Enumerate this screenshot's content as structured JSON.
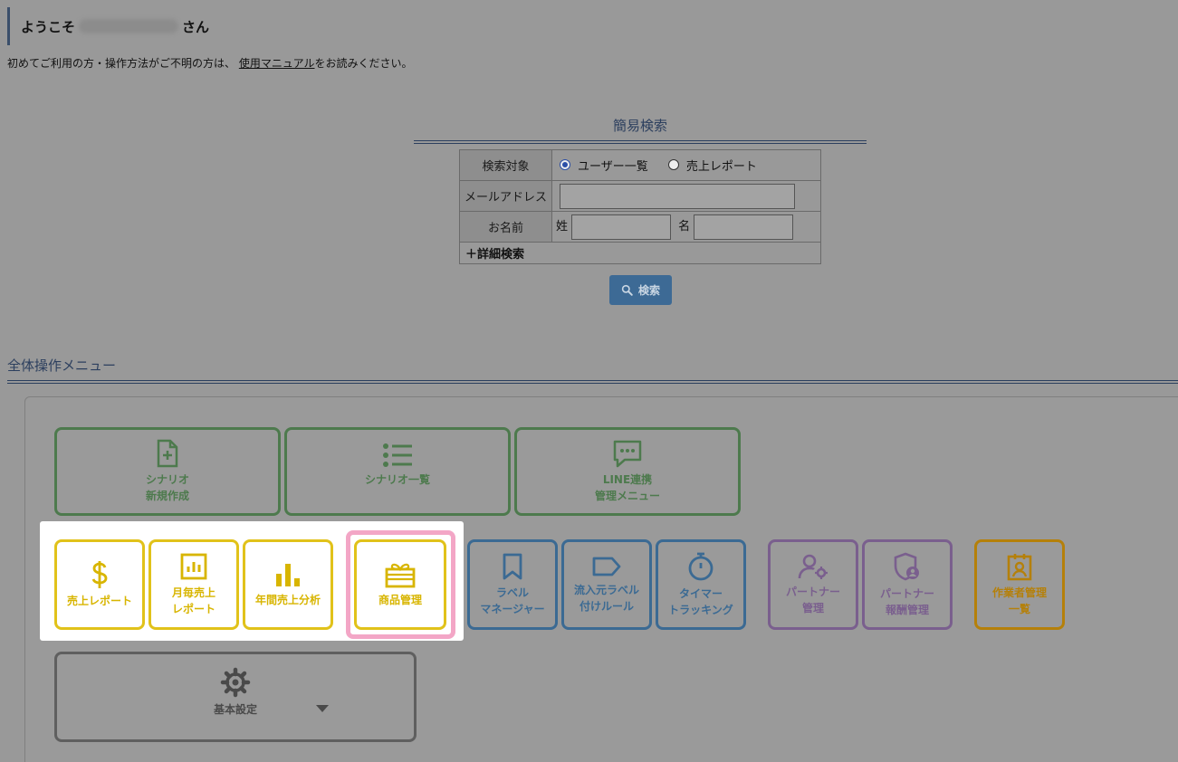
{
  "header": {
    "welcome_prefix": "ようこそ",
    "welcome_suffix": "さん",
    "intro_before": "初めてご利用の方・操作方法がご不明の方は、",
    "intro_link": "使用マニュアル",
    "intro_after": "をお読みください。"
  },
  "quick_search": {
    "title": "簡易検索",
    "target_label": "検索対象",
    "target_options": [
      "ユーザー一覧",
      "売上レポート"
    ],
    "target_selected": "ユーザー一覧",
    "email_label": "メールアドレス",
    "email_value": "",
    "name_label": "お名前",
    "last_name_label": "姓",
    "first_name_label": "名",
    "last_name_value": "",
    "first_name_value": "",
    "advanced_label": "＋詳細検索",
    "search_button": "検索"
  },
  "menu": {
    "title": "全体操作メニュー",
    "row1": [
      {
        "label1": "シナリオ",
        "label2": "新規作成",
        "icon": "file-plus-icon"
      },
      {
        "label1": "シナリオ一覧",
        "label2": "",
        "icon": "list-icon"
      },
      {
        "label1": "LINE連携",
        "label2": "管理メニュー",
        "icon": "chat-icon"
      }
    ],
    "row2": [
      {
        "label1": "売上レポート",
        "label2": "",
        "icon": "dollar-icon"
      },
      {
        "label1": "月毎売上",
        "label2": "レポート",
        "icon": "monthly-chart-icon"
      },
      {
        "label1": "年間売上分析",
        "label2": "",
        "icon": "bar-chart-icon"
      },
      {
        "label1": "商品管理",
        "label2": "",
        "icon": "gift-card-icon"
      },
      {
        "label1": "ラベル",
        "label2": "マネージャー",
        "icon": "bookmark-icon"
      },
      {
        "label1": "流入元ラベル",
        "label2": "付けルール",
        "icon": "tag-icon"
      },
      {
        "label1": "タイマー",
        "label2": "トラッキング",
        "icon": "stopwatch-icon"
      },
      {
        "label1": "パートナー",
        "label2": "管理",
        "icon": "user-gear-icon"
      },
      {
        "label1": "パートナー",
        "label2": "報酬管理",
        "icon": "shield-user-icon"
      },
      {
        "label1": "作業者管理",
        "label2": "一覧",
        "icon": "id-badge-icon"
      }
    ],
    "row3": [
      {
        "label1": "基本設定",
        "label2": "",
        "icon": "gear-icon"
      }
    ]
  },
  "colors": {
    "scenario_green": "#4d7a4d",
    "sales_yellow": "#e1c21a",
    "label_blue": "#3b6a93",
    "partner_purple": "#7a5f8e",
    "worker_orange": "#b5800a",
    "highlight_pink": "#f3a6c6"
  }
}
